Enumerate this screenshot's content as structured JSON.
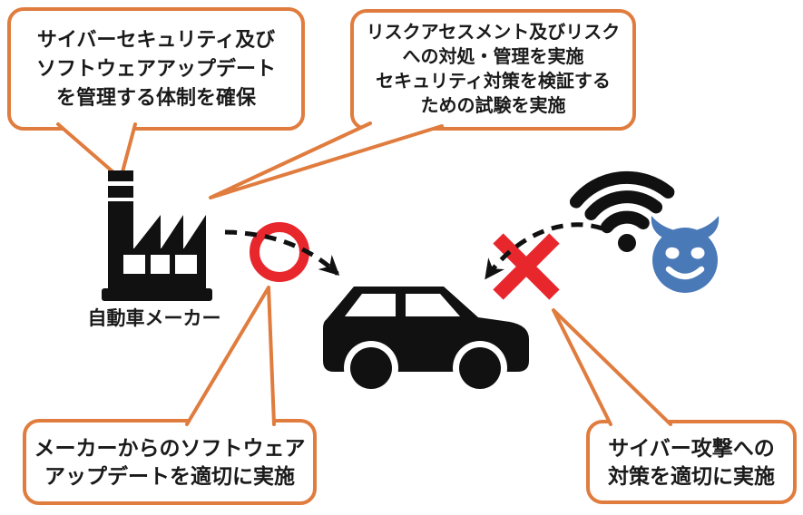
{
  "callouts": {
    "top_left": {
      "lines": [
        "サイバーセキュリティ及び",
        "ソフトウェアアップデート",
        "を管理する体制を確保"
      ]
    },
    "top_center": {
      "lines": [
        "リスクアセスメント及びリスク",
        "への対処・管理を実施",
        "セキュリティ対策を検証する",
        "ための試験を実施"
      ]
    },
    "bottom_left": {
      "lines": [
        "メーカーからのソフトウェア",
        "アップデートを適切に実施"
      ]
    },
    "bottom_right": {
      "lines": [
        "サイバー攻撃への",
        "対策を適切に実施"
      ]
    }
  },
  "labels": {
    "factory": "自動車メーカー"
  },
  "icons": {
    "factory": "factory-icon",
    "car": "car-icon",
    "wifi": "wifi-icon",
    "devil": "devil-smiley-icon",
    "allowed_mark": "circle-ok-icon",
    "blocked_mark": "cross-ng-icon"
  },
  "colors": {
    "callout_border": "#E07C3E",
    "mark_red": "#E8272D",
    "devil_blue": "#4A79B8",
    "icon_black": "#111111",
    "background": "#FFFFFF"
  }
}
